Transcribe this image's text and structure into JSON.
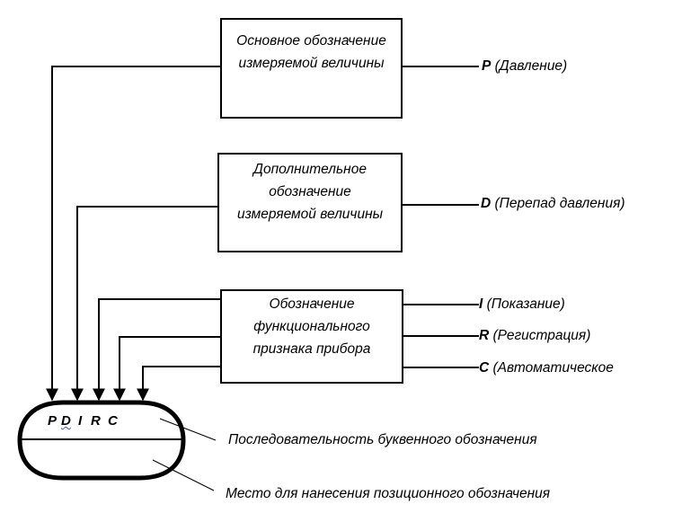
{
  "boxes": {
    "primary": {
      "lines": [
        "Основное обозначение",
        "измеряемой величины"
      ]
    },
    "additional": {
      "lines": [
        "Дополнительное",
        "обозначение",
        "измеряемой величины"
      ]
    },
    "functional": {
      "lines": [
        "Обозначение",
        "функционального",
        "признака прибора"
      ]
    }
  },
  "outputs": [
    {
      "code": "P",
      "text": " (Давление)"
    },
    {
      "code": "D",
      "text": " (Перепад давления)"
    },
    {
      "code": "I",
      "text": " (Показание)"
    },
    {
      "code": "R",
      "text": " (Регистрация)"
    },
    {
      "code": "C",
      "text": " (Автоматическое"
    }
  ],
  "symbol": {
    "letters": [
      "P",
      "D",
      "I",
      "R",
      "C"
    ]
  },
  "callouts": {
    "sequence": "Последовательность буквенного обозначения",
    "position": "Место для нанесения позиционного обозначения"
  }
}
